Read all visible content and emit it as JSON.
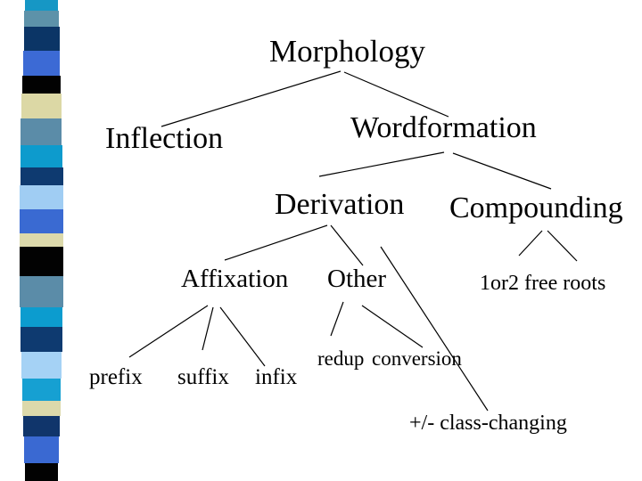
{
  "slide": {
    "background": "#ffffff",
    "text_color": "#000000",
    "line_color": "#000000"
  },
  "tree": {
    "structure": {
      "label": "Morphology",
      "children": [
        {
          "label": "Inflection",
          "children": []
        },
        {
          "label": "Wordformation",
          "children": [
            {
              "label": "Derivation",
              "children": [
                {
                  "label": "Affixation",
                  "children": [
                    {
                      "label": "prefix",
                      "children": []
                    },
                    {
                      "label": "suffix",
                      "children": []
                    },
                    {
                      "label": "infix",
                      "children": []
                    }
                  ]
                },
                {
                  "label": "Other",
                  "children": [
                    {
                      "label": "redup",
                      "children": []
                    },
                    {
                      "label": "conversion",
                      "children": []
                    }
                  ]
                }
              ]
            },
            {
              "label": "Compounding",
              "children": [
                {
                  "label": "1or2 free roots",
                  "children": []
                }
              ]
            }
          ]
        }
      ]
    },
    "annotation": "+/- class-changing"
  },
  "decoration": {
    "stripe_segments": [
      {
        "color": "#1697c5",
        "height": 12
      },
      {
        "color": "#5d92a9",
        "height": 18
      },
      {
        "color": "#0b3566",
        "height": 27
      },
      {
        "color": "#3c6ad5",
        "height": 28
      },
      {
        "color": "#020202",
        "height": 20
      },
      {
        "color": "#dcd8a5",
        "height": 28
      },
      {
        "color": "#5b8ca8",
        "height": 30
      },
      {
        "color": "#0d9bcd",
        "height": 25
      },
      {
        "color": "#0e3a70",
        "height": 20
      },
      {
        "color": "#a0cdf3",
        "height": 27
      },
      {
        "color": "#3a6ad2",
        "height": 27
      },
      {
        "color": "#dcd9ab",
        "height": 15
      },
      {
        "color": "#020202",
        "height": 33
      },
      {
        "color": "#5b8ca8",
        "height": 35
      },
      {
        "color": "#0c9ccf",
        "height": 22
      },
      {
        "color": "#0e3a70",
        "height": 28
      },
      {
        "color": "#a5d2f5",
        "height": 30
      },
      {
        "color": "#16a0d2",
        "height": 25
      },
      {
        "color": "#dcd9ab",
        "height": 17
      },
      {
        "color": "#10356b",
        "height": 23
      },
      {
        "color": "#3a69d2",
        "height": 30
      },
      {
        "color": "#020202",
        "height": 20
      }
    ]
  }
}
